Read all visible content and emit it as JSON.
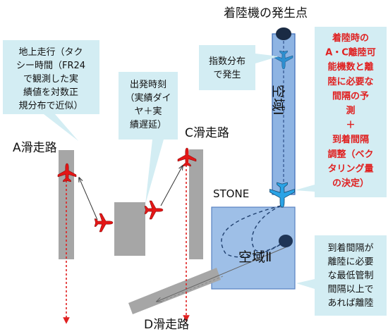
{
  "title": "着陸機の発生点",
  "callouts": {
    "taxi": [
      "地上走行（タク",
      "シー時間（FR24",
      "で観測した実",
      "績値を対数正",
      "規分布で近似）"
    ],
    "departure": [
      "出発時刻",
      "（実績ダイ",
      "ヤ＋実",
      "績遅延）"
    ],
    "arrival_gen": [
      "指数分布",
      "で発生"
    ],
    "prediction": [
      "着陸時の",
      "A・C離陸可",
      "能機数と離",
      "陸に必要な",
      "間隔の予",
      "測",
      "＋",
      "到着間隔",
      "調整（ベク",
      "タリング量",
      "の決定）"
    ],
    "release": [
      "到着間隔が",
      "離陸に必要",
      "な最低管制",
      "間隔以上で",
      "あれば離陸"
    ]
  },
  "labels": {
    "runway_a": "A滑走路",
    "runway_c": "C滑走路",
    "runway_d": "D滑走路",
    "stone": "STONE",
    "airspace1": "空域Ⅰ",
    "airspace2": "空域Ⅱ"
  },
  "colors": {
    "callout_bg": "#d3edf3",
    "airspace": "#8eb4e3",
    "airspace_edge": "#3b6cb7",
    "runway": "#a6a6a6",
    "departure_plane": "#e21717",
    "arrival_plane": "#2e8fd0",
    "dotted_red": "#e02020",
    "prediction_text": "#e02020"
  }
}
